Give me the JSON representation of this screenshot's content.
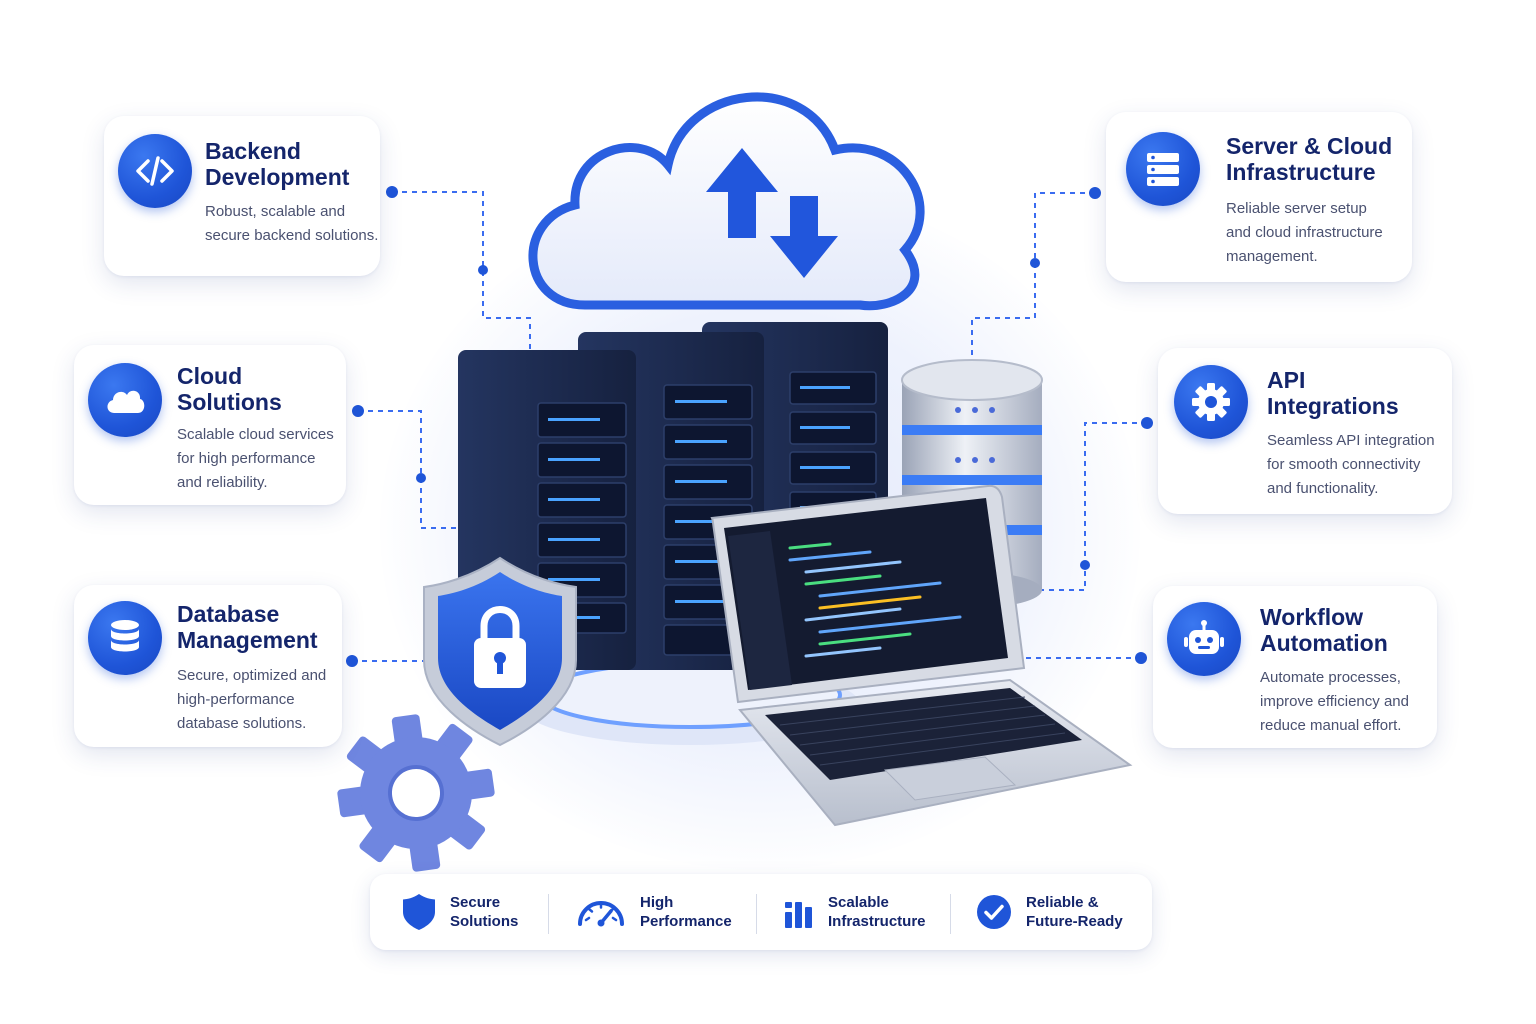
{
  "cards": {
    "backend": {
      "title_1": "Backend",
      "title_2": "Development",
      "desc_1": "Robust, scalable and",
      "desc_2": "secure backend solutions.",
      "icon": "code-icon"
    },
    "cloud": {
      "title_1": "Cloud",
      "title_2": "Solutions",
      "desc_1": "Scalable cloud services",
      "desc_2": "for high performance",
      "desc_3": "and reliability.",
      "icon": "cloud-icon"
    },
    "database": {
      "title_1": "Database",
      "title_2": "Management",
      "desc_1": "Secure, optimized and",
      "desc_2": "high-performance",
      "desc_3": "database solutions.",
      "icon": "database-icon"
    },
    "server": {
      "title_1": "Server & Cloud",
      "title_2": "Infrastructure",
      "desc_1": "Reliable server setup",
      "desc_2": "and cloud infrastructure",
      "desc_3": "management.",
      "icon": "server-icon"
    },
    "api": {
      "title_1": "API",
      "title_2": "Integrations",
      "desc_1": "Seamless API integration",
      "desc_2": "for smooth connectivity",
      "desc_3": "and functionality.",
      "icon": "gear-icon"
    },
    "workflow": {
      "title_1": "Workflow",
      "title_2": "Automation",
      "desc_1": "Automate processes,",
      "desc_2": "improve efficiency and",
      "desc_3": "reduce manual effort.",
      "icon": "robot-icon"
    }
  },
  "features": [
    {
      "line_1": "Secure",
      "line_2": "Solutions",
      "icon": "shield-icon"
    },
    {
      "line_1": "High",
      "line_2": "Performance",
      "icon": "speedometer-icon"
    },
    {
      "line_1": "Scalable",
      "line_2": "Infrastructure",
      "icon": "bar-chart-icon"
    },
    {
      "line_1": "Reliable &",
      "line_2": "Future-Ready",
      "icon": "check-circle-icon"
    }
  ],
  "colors": {
    "accent": "#1f55d8",
    "title": "#14256b",
    "text": "#4a5170",
    "server_dark": "#1a2748",
    "connector": "#3a6cf0"
  }
}
